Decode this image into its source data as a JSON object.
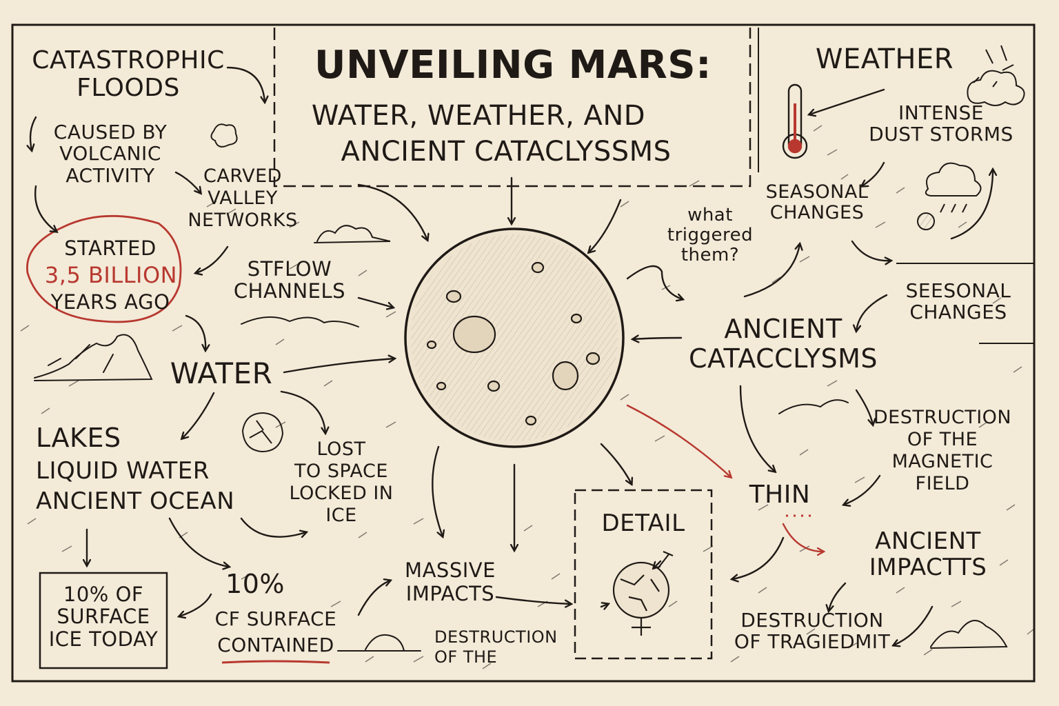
{
  "title": {
    "main": "UNVEILING MARS:",
    "subtitle_line1": "WATER, WEATHER, AND",
    "subtitle_line2": "ANCIENT CATACLYSSMS"
  },
  "left": {
    "catastrophic": "CATASTROPHIC\nFLOODS",
    "caused": "CAUSED BY\nVOLCANIC\nACTIVITY",
    "carved": "CARVED\nVALLEY\nNETWORKS",
    "started_1": "STARTED",
    "started_2": "3,5 BILLION",
    "started_3": "YEARS AGO",
    "stflow": "STFLOW\nCHANNELS",
    "water": "WATER",
    "lakes": "LAKES",
    "liquid": "LIQUID WATER",
    "ocean": "ANCIENT OCEAN",
    "lost": "LOST\nTO SPACE\nLOCKED IN\nICE",
    "ten_box": "10% OF\nSURFACE\nICE TODAY",
    "ten_pct": "10%",
    "cf_surface": "CF SURFACE",
    "contained": "CONTAINED"
  },
  "center": {
    "massive": "MASSIVE\nIMPACTS",
    "destruction": "DESTRUCTION\nOF THE",
    "detail": "DETAIL",
    "question": "what\ntriggered\nthem?"
  },
  "right": {
    "weather": "WEATHER",
    "dust": "INTENSE\nDUST STORMS",
    "seasonal1": "SEASONAL\nCHANGES",
    "seasonal2": "SEESONAL\nCHANGES",
    "ancient_cat": "ANCIENT\nCATACCLYSMS",
    "destruction_mag": "DESTRUCTION\nOF THE\nMAGNETIC\nFIELD",
    "thin": "THIN",
    "ancient_imp": "ANCIENT\nIMPACTTS",
    "destruction_trag": "DESTRUCTION\nOF TRAGIEDMIT"
  },
  "colors": {
    "paper": "#f3ead8",
    "ink": "#1f1a16",
    "accent_red": "#b8382f"
  }
}
